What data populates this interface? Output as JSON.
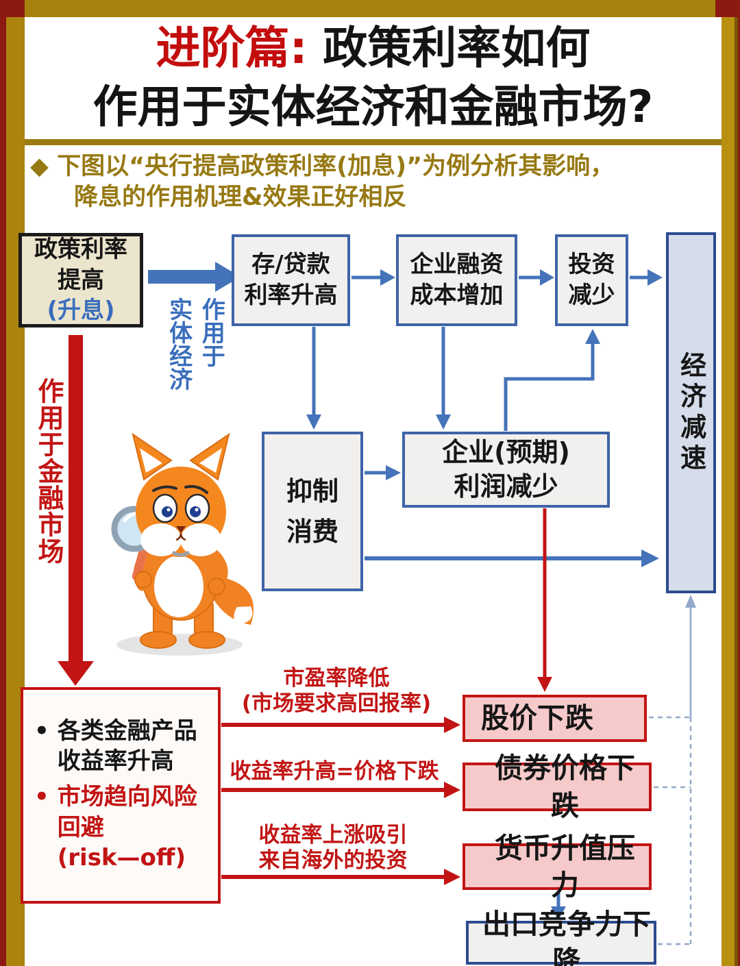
{
  "title": {
    "highlight": "进阶篇:",
    "rest": " 政策利率如何",
    "line2": "作用于实体经济和金融市场?"
  },
  "subtitle": {
    "line1": "◆ 下图以“央行提高政策利率(加息)”为例分析其影响，",
    "line2": "降息的作用机理&效果正好相反"
  },
  "captions": {
    "real_economy_right_col": "作用于",
    "real_economy_left_col": "实体经济",
    "financial_market": "作用于金融市场"
  },
  "nodes": {
    "policy": {
      "line1": "政策利率",
      "line2": "提高",
      "line3": "(升息)"
    },
    "deposit": {
      "line1": "存/贷款",
      "line2": "利率升高"
    },
    "financing": {
      "line1": "企业融资",
      "line2": "成本增加"
    },
    "investment": {
      "line1": "投资",
      "line2": "减少"
    },
    "slowdown": "经济减速",
    "suppress": {
      "line1": "抑制",
      "line2": "消费"
    },
    "profit": {
      "line1": "企业(预期)",
      "line2": "利润减少"
    },
    "stock": "股价下跌",
    "bond": "债券价格下跌",
    "currency": "货币升值压力",
    "export": "出口竞争力下降"
  },
  "financial_effects": {
    "bullet1": "各类金融产品收益率升高",
    "bullet2": "市场趋向风险回避",
    "bullet2_en": "(risk—off)"
  },
  "edge_labels": {
    "pe_line1": "市盈率降低",
    "pe_line2": "(市场要求高回报率)",
    "yield_price": "收益率升高=价格下跌",
    "overseas_line1": "收益率上涨吸引",
    "overseas_line2": "来自海外的投资"
  },
  "colors": {
    "title_red": "#c30d0d",
    "subtitle_gold": "#977913",
    "frame_gold": "#a8820f",
    "frame_maroon": "#8c1a12",
    "arrow_blue": "#4473b9",
    "box_border_blue": "#3f63a8",
    "navy_border": "#2c4a8f",
    "slowdown_fill": "#d5dcea",
    "pink_fill": "#f6caca",
    "red": "#c21414",
    "beige_fill": "#ece5cd",
    "link_blue_text": "#3a6ebc"
  }
}
